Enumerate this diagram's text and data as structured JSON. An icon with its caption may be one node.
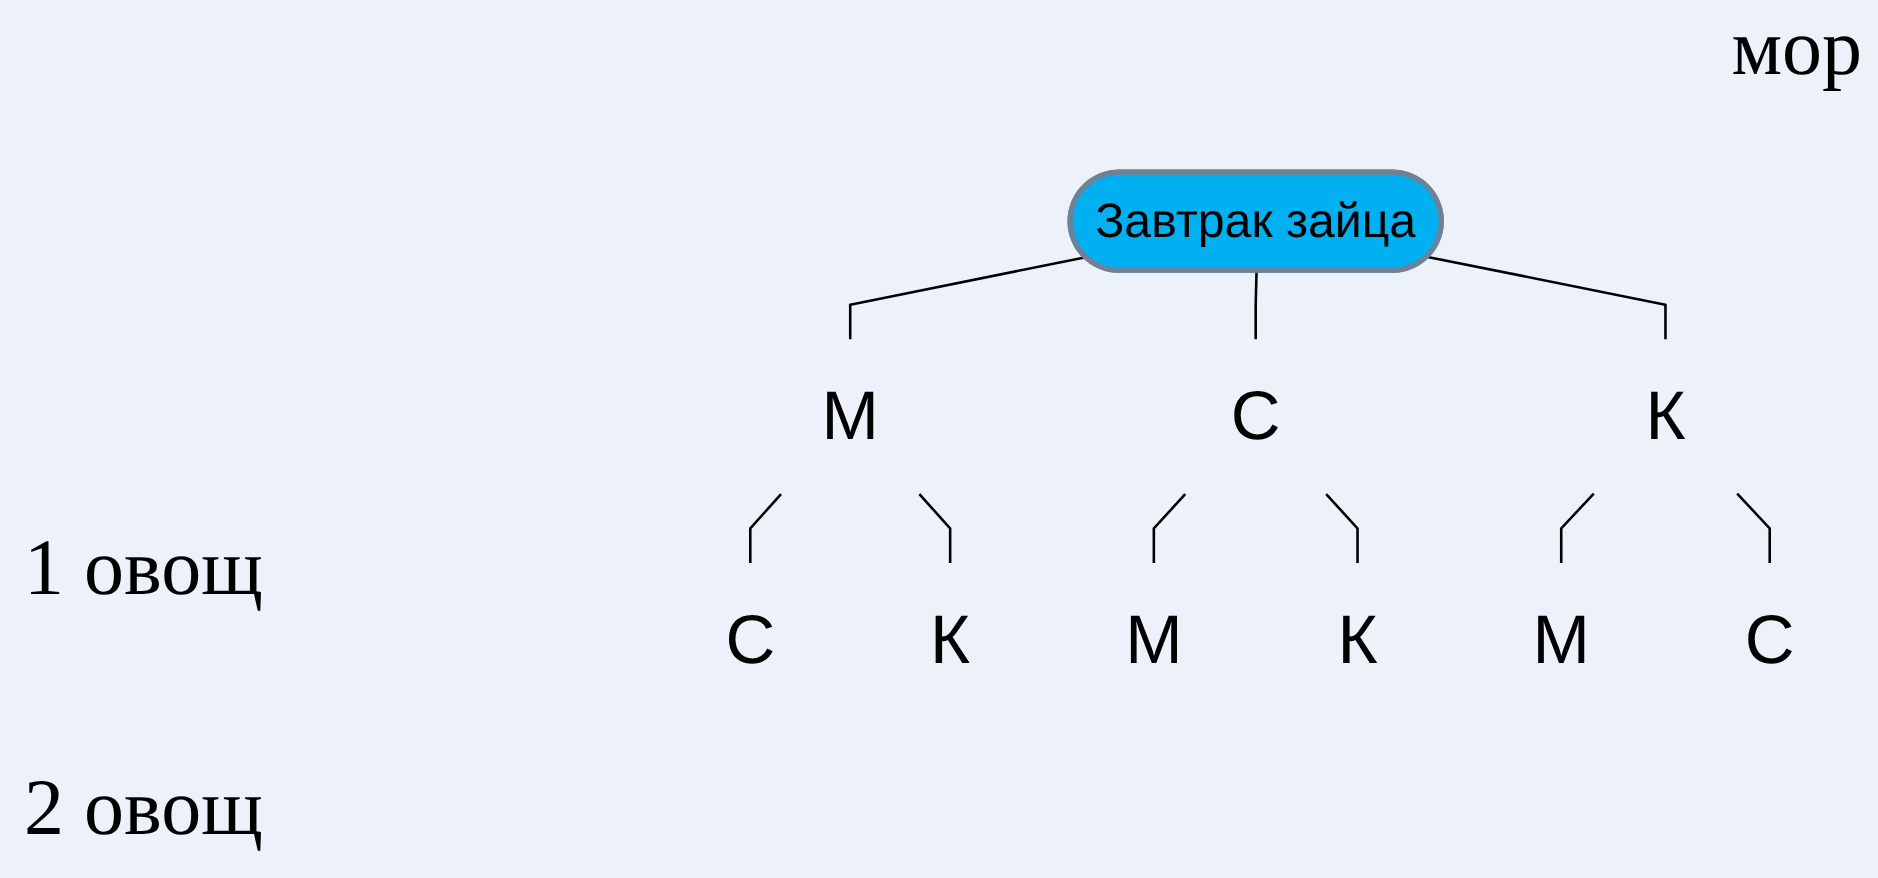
{
  "diagram": {
    "nodes": [
      {
        "text": [
          "Завтрак зайца"
        ]
      },
      {
        "text": [
          "М"
        ]
      },
      {
        "text": [
          "С"
        ]
      },
      {
        "text": [
          "К"
        ]
      },
      {
        "text": [
          "С"
        ]
      },
      {
        "text": [
          "К"
        ]
      },
      {
        "text": [
          "М"
        ]
      },
      {
        "text": [
          "К"
        ]
      },
      {
        "text": [
          "М"
        ]
      },
      {
        "text": [
          "С"
        ]
      }
    ],
    "edges": [
      {
        "from": 0,
        "to": 1,
        "arrow": "none"
      },
      {
        "from": 0,
        "to": 2,
        "arrow": "none"
      },
      {
        "from": 0,
        "to": 3,
        "arrow": "none"
      },
      {
        "from": 1,
        "to": 4,
        "arrow": "none"
      },
      {
        "from": 1,
        "to": 5,
        "arrow": "none"
      },
      {
        "from": 2,
        "to": 6,
        "arrow": "none"
      },
      {
        "from": 2,
        "to": 7,
        "arrow": "none"
      },
      {
        "from": 3,
        "to": 8,
        "arrow": "none"
      },
      {
        "from": 3,
        "to": 9,
        "arrow": "none"
      }
    ],
    "labels": [
      "мор",
      "1 овощ",
      "2 овощ"
    ]
  }
}
